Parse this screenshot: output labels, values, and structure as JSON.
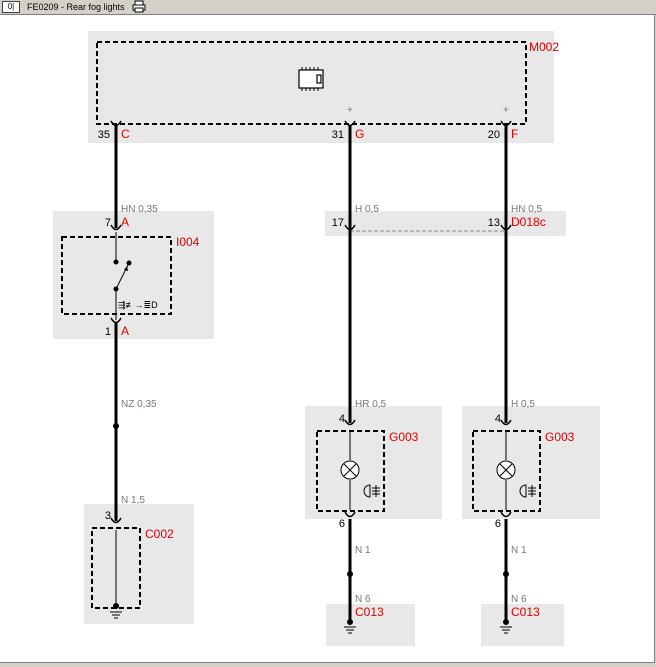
{
  "window": {
    "title": "FE0209 - Rear fog lights",
    "button_label": "0|",
    "printer_icon": "printer-icon"
  },
  "components": {
    "m002": {
      "id": "M002",
      "icon": "ecu-chip-icon"
    },
    "i004": {
      "id": "I004",
      "icon": "rear-fog-switch-icon"
    },
    "c002": {
      "id": "C002"
    },
    "d018c": {
      "id": "D018c"
    },
    "g003_left": {
      "id": "G003",
      "icon": "rear-fog-lamp-icon"
    },
    "g003_right": {
      "id": "G003",
      "icon": "rear-fog-lamp-icon"
    },
    "c013_left": {
      "id": "C013"
    },
    "c013_right": {
      "id": "C013"
    }
  },
  "pins": {
    "m002_35": "35",
    "m002_c": "C",
    "m002_31": "31",
    "m002_g": "G",
    "m002_20": "20",
    "m002_f": "F",
    "plus_1": "+",
    "plus_2": "+",
    "i004_7": "7",
    "i004_a_top": "A",
    "i004_1": "1",
    "i004_a_bot": "A",
    "d018c_17": "17",
    "d018c_13": "13",
    "c002_3": "3",
    "g003l_4": "4",
    "g003l_6": "6",
    "g003r_4": "4",
    "g003r_6": "6"
  },
  "wires": {
    "w1": "HN 0,35",
    "w2": "NZ 0,35",
    "w3": "N 1,5",
    "w4": "H 0,5",
    "w5": "HR 0,5",
    "w6": "N 1",
    "w7": "N 6",
    "w8": "HN 0,5",
    "w9": "H 0,5",
    "w10": "N 1",
    "w11": "N 6"
  },
  "colors": {
    "label_red": "#e00000",
    "wire_label_grey": "#777777",
    "block_fill": "#e8e8e8",
    "wire": "#000000"
  }
}
